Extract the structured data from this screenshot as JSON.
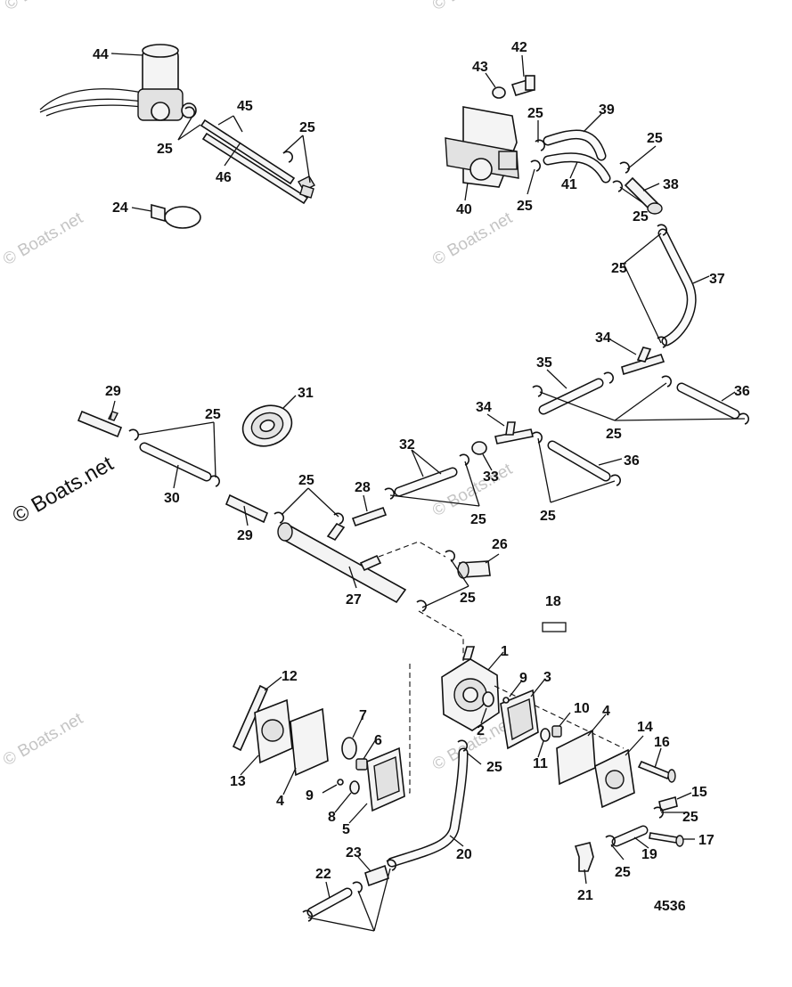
{
  "watermark": {
    "text": "© Boats.net"
  },
  "diagram_number": "4536",
  "callouts": [
    "1",
    "2",
    "3",
    "4",
    "4",
    "5",
    "6",
    "7",
    "8",
    "9",
    "9",
    "10",
    "11",
    "12",
    "13",
    "14",
    "15",
    "16",
    "17",
    "18",
    "19",
    "20",
    "21",
    "22",
    "23",
    "24",
    "25",
    "25",
    "25",
    "25",
    "25",
    "25",
    "25",
    "25",
    "25",
    "25",
    "25",
    "25",
    "25",
    "25",
    "25",
    "25",
    "26",
    "27",
    "28",
    "29",
    "29",
    "30",
    "31",
    "32",
    "33",
    "34",
    "34",
    "35",
    "36",
    "36",
    "37",
    "38",
    "39",
    "40",
    "41",
    "42",
    "43",
    "44",
    "45",
    "46"
  ]
}
